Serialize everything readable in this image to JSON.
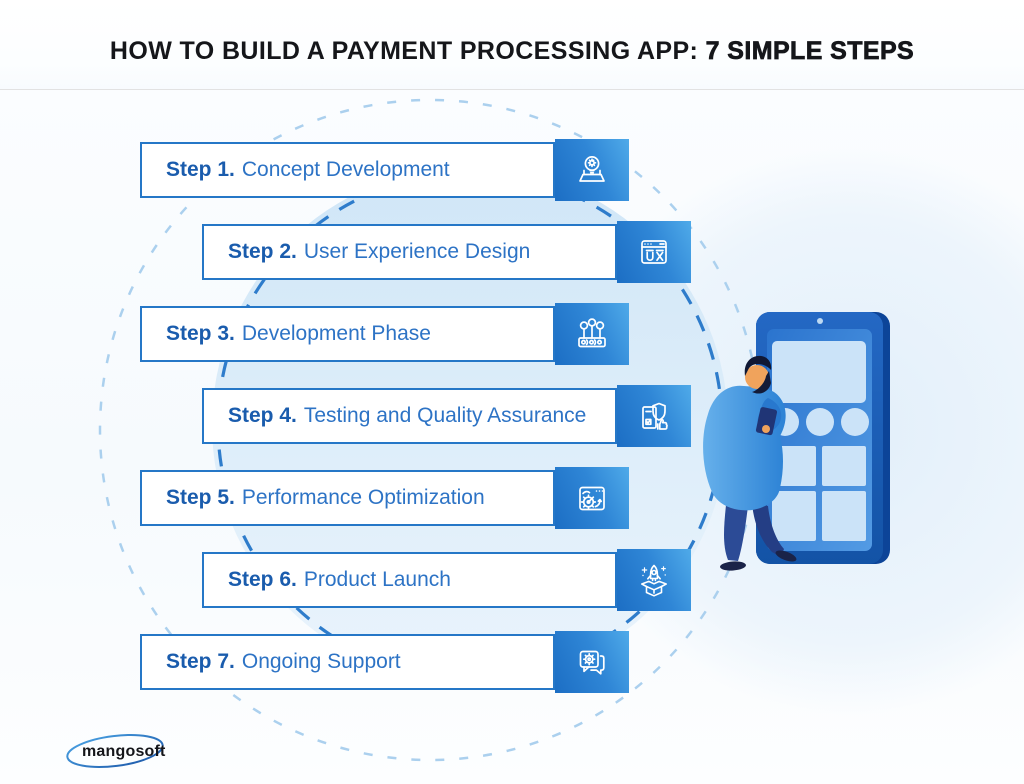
{
  "header": {
    "title_regular": "HOW TO BUILD A PAYMENT PROCESSING APP:",
    "title_bold": "7 SIMPLE STEPS"
  },
  "steps": [
    {
      "prefix": "Step 1.",
      "label": "Concept Development",
      "icon": "idea-blueprint-icon"
    },
    {
      "prefix": "Step 2.",
      "label": "User Experience Design",
      "icon": "ux-browser-icon"
    },
    {
      "prefix": "Step 3.",
      "label": "Development Phase",
      "icon": "sitemap-flow-icon"
    },
    {
      "prefix": "Step 4.",
      "label": "Testing and Quality Assurance",
      "icon": "shield-thumbsup-icon"
    },
    {
      "prefix": "Step 5.",
      "label": "Performance Optimization",
      "icon": "gauge-gear-icon"
    },
    {
      "prefix": "Step 6.",
      "label": "Product Launch",
      "icon": "rocket-box-icon"
    },
    {
      "prefix": "Step 7.",
      "label": "Ongoing Support",
      "icon": "chat-gear-icon"
    }
  ],
  "logo": {
    "text": "mangosoft"
  },
  "illustration": {
    "subject": "man with tablet standing by giant phone mockup"
  },
  "colors": {
    "step_border": "#2577C7",
    "step_prefix_text": "#1A5CAD",
    "step_label_text": "#2D73C5",
    "icon_tile_gradient_start": "#1C6EC4",
    "icon_tile_gradient_end": "#4FAAE9",
    "dashed_circle_dark": "#2E7CCB",
    "dashed_circle_light": "#ABD0EE",
    "title_text": "#15161A"
  }
}
